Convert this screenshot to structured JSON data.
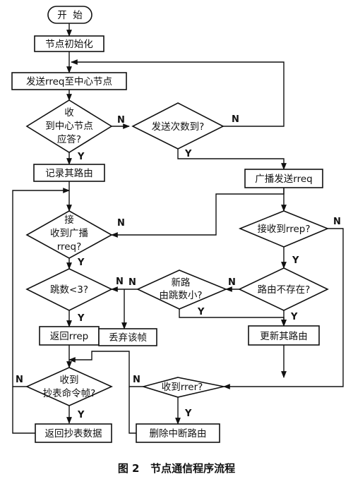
{
  "diagram": {
    "nodes": {
      "start": "开  始",
      "init": "节点初始化",
      "send_rreq": "发送rreq至中心节点",
      "recv_reply_1": "收",
      "recv_reply_2": "到中心节点",
      "recv_reply_3": "应答?",
      "send_count": "发送次数到?",
      "record_route": "记录其路由",
      "broadcast_rreq": "广播发送rreq",
      "recv_broadcast_1": "接",
      "recv_broadcast_2": "收到广播",
      "recv_broadcast_3": "rreq?",
      "recv_rrep": "接收到rrep?",
      "hops_lt3": "跳数<3?",
      "new_route_1": "新路",
      "new_route_2": "由跳数小?",
      "route_not_exist": "路由不存在?",
      "return_rrep": "返回rrep",
      "drop_frame": "丢弃该帧",
      "update_route": "更新其路由",
      "recv_meter_1": "收到",
      "recv_meter_2": "抄表命令帧?",
      "recv_rrer": "收到rrer?",
      "return_data": "返回抄表数据",
      "delete_route": "删除中断路由"
    },
    "branch": {
      "yes": "Y",
      "no": "N"
    }
  },
  "caption": "图 2   节点通信程序流程"
}
